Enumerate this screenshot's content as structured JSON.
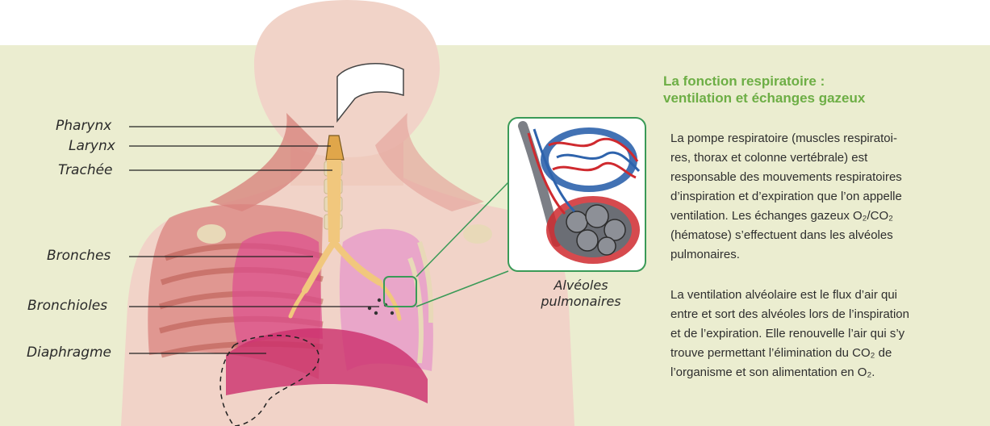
{
  "labels": {
    "pharynx": "Pharynx",
    "larynx": "Larynx",
    "trachee": "Trachée",
    "bronches": "Bronches",
    "bronchioles": "Bronchioles",
    "diaphragme": "Diaphragme"
  },
  "inset": {
    "caption_line1": "Alvéoles",
    "caption_line2": "pulmonaires"
  },
  "text": {
    "title_line1": "La fonction respiratoire :",
    "title_line2": "ventilation et échanges gazeux",
    "p1_l1": "La pompe respiratoire (muscles respiratoi-",
    "p1_l2": "res, thorax et colonne vertébrale) est",
    "p1_l3": "responsable des mouvements respiratoires",
    "p1_l4": "d’inspiration et d’expiration que l’on appelle",
    "p1_l5": "ventilation. Les échanges gazeux O₂/CO₂",
    "p1_l6": "(hématose) s’effectuent dans les alvéoles",
    "p1_l7": "pulmonaires.",
    "p2_l1": "La ventilation alvéolaire est le flux d’air qui",
    "p2_l2": "entre et sort des alvéoles lors de l’inspiration",
    "p2_l3": "et de l’expiration. Elle renouvelle l’air qui s’y",
    "p2_l4": "trouve permettant l’élimination du CO₂ de",
    "p2_l5": "l’organisme et son alimentation en O₂."
  },
  "colors": {
    "panel": "#ebedd0",
    "accent_green": "#6dae45",
    "skin": "#f1d3c8",
    "muscle": "#d9837f",
    "lung": "#dd4d8f",
    "artery": "#cf2a2f",
    "vein": "#2e63ac"
  }
}
